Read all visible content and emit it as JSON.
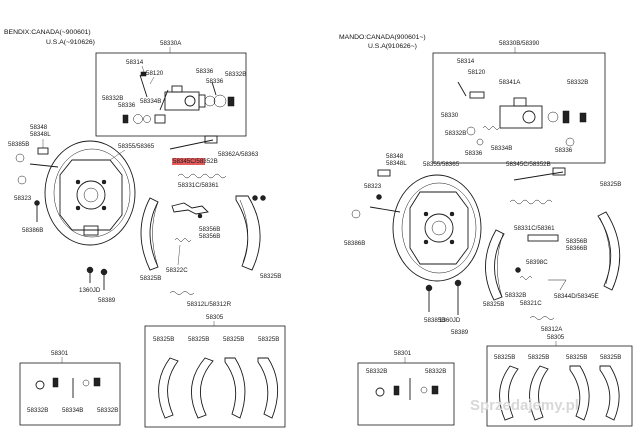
{
  "left": {
    "header_lines": [
      "BENDIX:CANADA(~900601)",
      "U.S.A(~910626)"
    ],
    "labels": {
      "box_top": "58330A",
      "p58314": "58314",
      "p58120": "58120",
      "p58336": "58336",
      "p58332B_a": "58332B",
      "p58332B_b": "58332B",
      "p58336b": "58336",
      "p58334B": "58334B",
      "p58336c": "58336",
      "p58348": "58348",
      "p58348L": "58348L",
      "p58385B": "58385B",
      "p58323": "58323",
      "p58386B": "58386B",
      "p58355": "58355/58365",
      "p58345C": "58345C/58352B",
      "p58362A": "58362A/58363",
      "p58331C": "58331C/58361",
      "p58356B": "58356B",
      "p58356B2": "58356B",
      "p58322C": "58322C",
      "p58325B_a": "58325B",
      "p58325B_b": "58325B",
      "p1360JD": "1360JD",
      "p58389": "58389",
      "p58312L": "58312L/58312R",
      "p58305": "58305",
      "p58301": "58301",
      "kit": [
        "58325B",
        "58325B",
        "58325B",
        "58325B"
      ],
      "bk1": "58332B",
      "bk2": "58334B",
      "bk3": "58332B"
    }
  },
  "right": {
    "header_lines": [
      "MANDO:CANADA(900601~)",
      "U.S.A(910626~)"
    ],
    "labels": {
      "box_top": "58330B/58390",
      "p58314": "58314",
      "p58120": "58120",
      "p58341A": "58341A",
      "p58332B_a": "58332B",
      "p58330": "58330",
      "p58336a": "58336",
      "p58334B": "58334B",
      "p58336b": "58336",
      "p58332B_b": "58332B",
      "p58348": "58348",
      "p58348L": "58348L",
      "p58323": "58323",
      "p58386B": "58386B",
      "p58355": "58355/58365",
      "p58345C": "58345C/58352B",
      "p58325B_r": "58325B",
      "p58331C": "58331C/58361",
      "p58356B": "58356B",
      "p58366B": "58366B",
      "p58398C": "58398C",
      "p58332B_c": "58332B",
      "p58321C": "58321C",
      "p58344": "58344D/58345E",
      "p58325B_b": "58325B",
      "p1360JD": "1360JD",
      "p58389": "58389",
      "p58385B": "58385B",
      "p58312A": "58312A",
      "p58305": "58305",
      "p58301": "58301",
      "kit": [
        "58325B",
        "58325B",
        "58325B",
        "58325B"
      ],
      "bk1": "58332B",
      "bk2": "58332B"
    }
  },
  "watermark": "Sprzedajemy.pl"
}
